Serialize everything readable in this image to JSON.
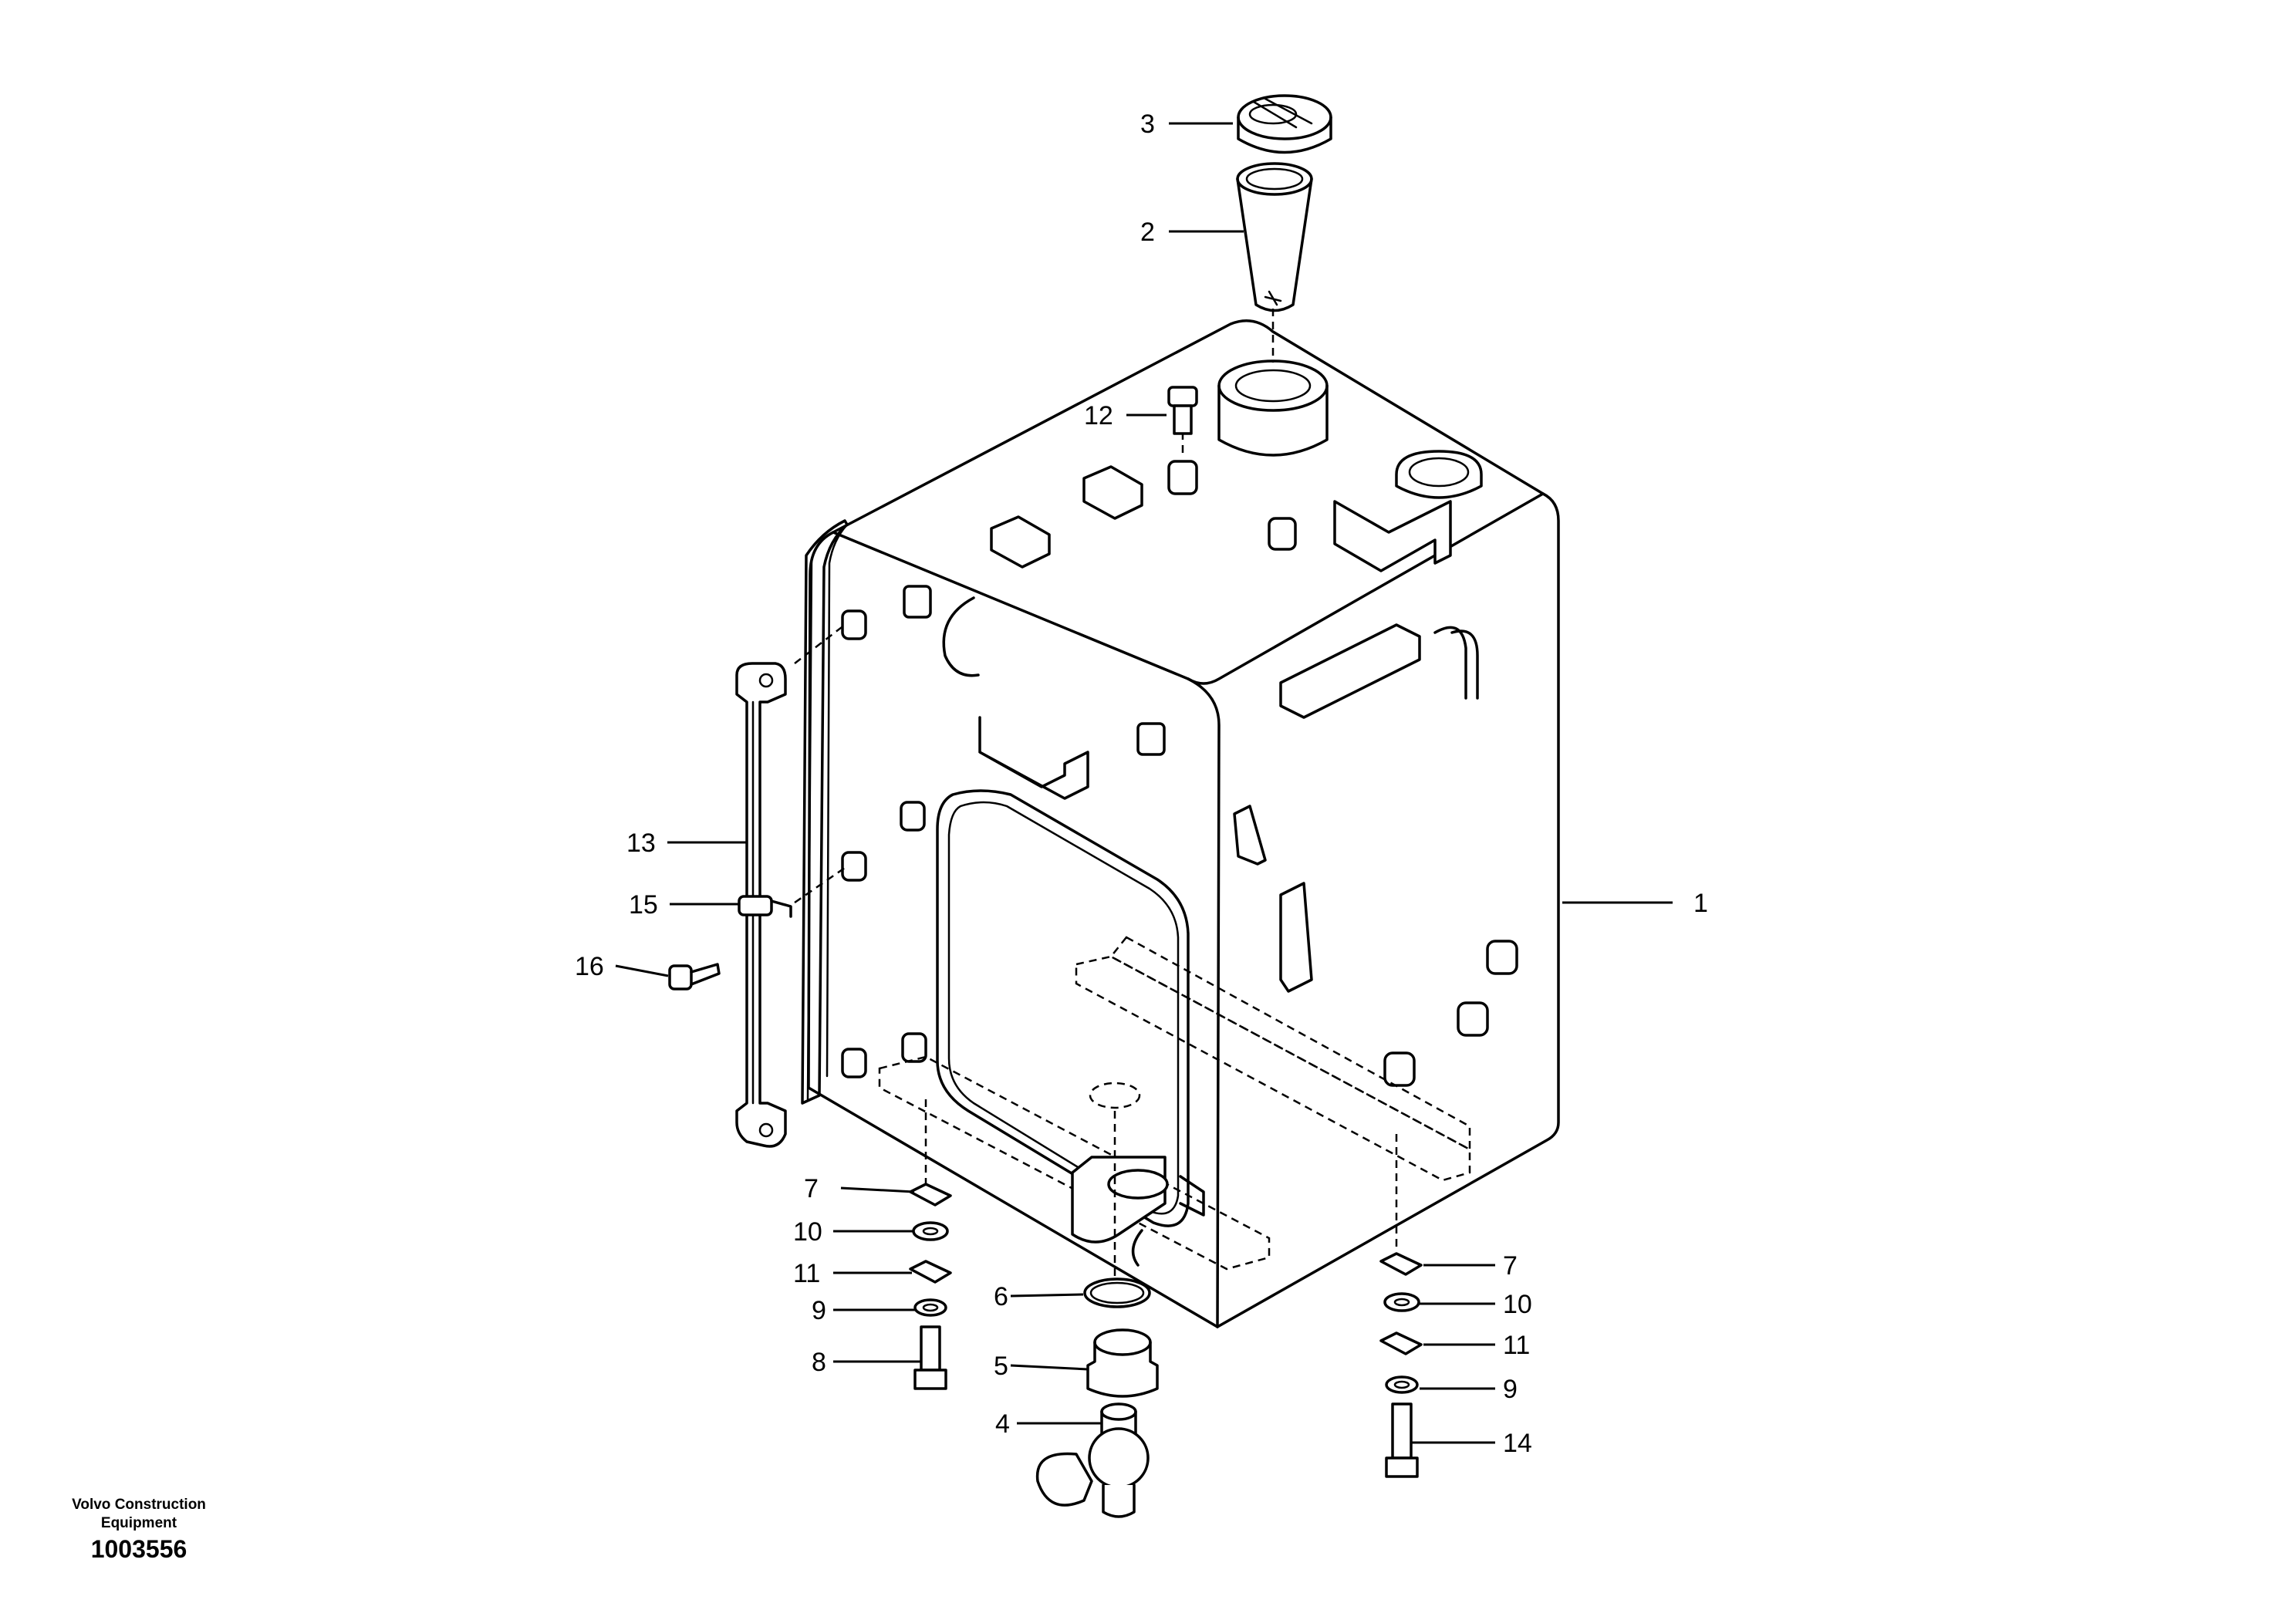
{
  "footer": {
    "brand_line1": "Volvo Construction",
    "brand_line2": "Equipment",
    "drawing_number": "1003556"
  },
  "callouts": [
    {
      "id": "c1",
      "label": "1"
    },
    {
      "id": "c2",
      "label": "2"
    },
    {
      "id": "c3",
      "label": "3"
    },
    {
      "id": "c4",
      "label": "4"
    },
    {
      "id": "c5",
      "label": "5"
    },
    {
      "id": "c6",
      "label": "6"
    },
    {
      "id": "c7a",
      "label": "7"
    },
    {
      "id": "c7b",
      "label": "7"
    },
    {
      "id": "c8",
      "label": "8"
    },
    {
      "id": "c9a",
      "label": "9"
    },
    {
      "id": "c9b",
      "label": "9"
    },
    {
      "id": "c10a",
      "label": "10"
    },
    {
      "id": "c10b",
      "label": "10"
    },
    {
      "id": "c11a",
      "label": "11"
    },
    {
      "id": "c11b",
      "label": "11"
    },
    {
      "id": "c12",
      "label": "12"
    },
    {
      "id": "c13",
      "label": "13"
    },
    {
      "id": "c14",
      "label": "14"
    },
    {
      "id": "c15",
      "label": "15"
    },
    {
      "id": "c16",
      "label": "16"
    }
  ]
}
